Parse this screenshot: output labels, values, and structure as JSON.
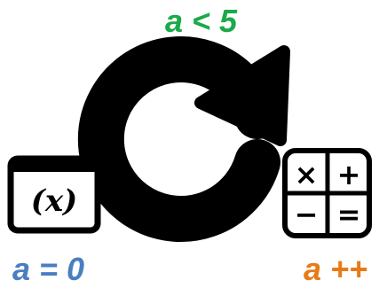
{
  "condition_label": {
    "text": "a < 5",
    "color": "#1aaa4a"
  },
  "init_label": {
    "text": "a = 0",
    "color": "#4a7ec0"
  },
  "increment_label": {
    "text": "a ++",
    "color": "#e87a18"
  },
  "variable_window": {
    "text": "(x)"
  },
  "calculator_keys": {
    "multiply": "×",
    "plus": "+",
    "minus": "−",
    "equals": "="
  },
  "icons": {
    "loop": "refresh-arrow-icon",
    "variable": "variable-window-icon",
    "calculator": "calculator-icon"
  },
  "ink_color": "#000000"
}
